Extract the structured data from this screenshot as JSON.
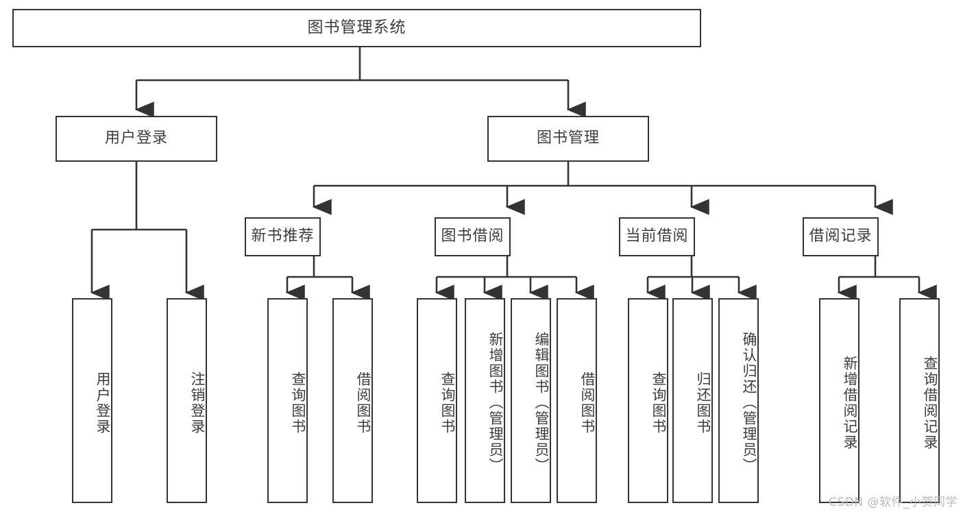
{
  "diagram": {
    "title": "图书管理系统",
    "type": "hierarchy-tree",
    "watermark": "CSDN @软件_小贺同学",
    "colors": {
      "box_border": "#333333",
      "box_fill": "#ffffff",
      "text": "#3d3d3d",
      "connector": "#333333",
      "watermark": "#b9b9b9"
    },
    "nodes": {
      "root": {
        "label": "图书管理系统"
      },
      "level2": [
        {
          "label": "用户登录"
        },
        {
          "label": "图书管理"
        }
      ],
      "level3": [
        {
          "label": "新书推荐"
        },
        {
          "label": "图书借阅"
        },
        {
          "label": "当前借阅"
        },
        {
          "label": "借阅记录"
        }
      ],
      "leaves": [
        {
          "label": "用户登录",
          "parent": "用户登录"
        },
        {
          "label": "注销登录",
          "parent": "用户登录"
        },
        {
          "label": "查询图书",
          "parent": "新书推荐"
        },
        {
          "label": "借阅图书",
          "parent": "新书推荐"
        },
        {
          "label": "查询图书",
          "parent": "图书借阅"
        },
        {
          "label": "新增图书（管理员）",
          "parent": "图书借阅"
        },
        {
          "label": "编辑图书（管理员）",
          "parent": "图书借阅"
        },
        {
          "label": "借阅图书",
          "parent": "图书借阅"
        },
        {
          "label": "查询图书",
          "parent": "当前借阅"
        },
        {
          "label": "归还图书",
          "parent": "当前借阅"
        },
        {
          "label": "确认归还（管理员）",
          "parent": "当前借阅"
        },
        {
          "label": "新增借阅记录",
          "parent": "借阅记录"
        },
        {
          "label": "查询借阅记录",
          "parent": "借阅记录"
        }
      ]
    }
  }
}
